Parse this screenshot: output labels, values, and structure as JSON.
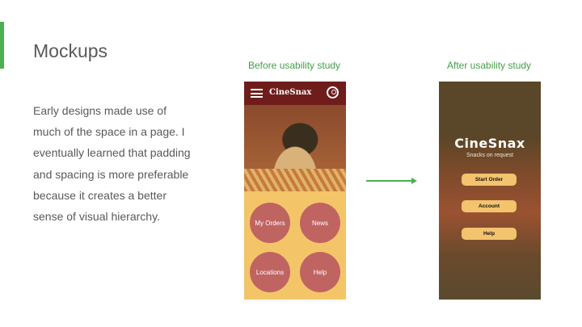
{
  "slide": {
    "title": "Mockups",
    "body": "Early designs made use of much of the space in a page. I eventually learned that padding and spacing is more preferable because it creates a better sense of visual hierarchy."
  },
  "before": {
    "caption": "Before usability study",
    "app_name": "CineSnax",
    "buttons": [
      "My Orders",
      "News",
      "Locations",
      "Help"
    ]
  },
  "after": {
    "caption": "After usability study",
    "app_name": "CineSnax",
    "tagline": "Snacks on request",
    "buttons": [
      "Start Order",
      "Account",
      "Help"
    ]
  },
  "colors": {
    "accent": "#4caf50",
    "header": "#6f1d1b",
    "yellow": "#f3c568",
    "circle": "#c06462"
  }
}
